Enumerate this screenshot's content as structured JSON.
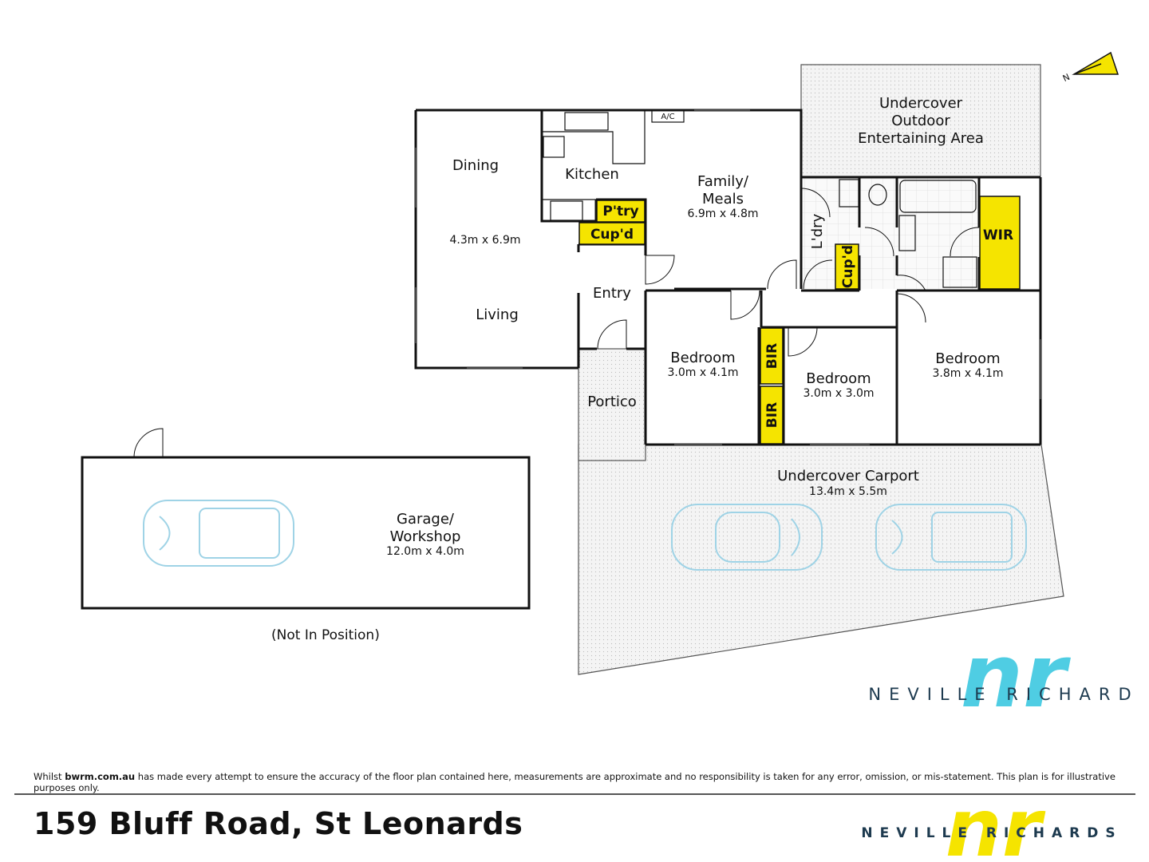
{
  "address": "159 Bluff Road, St Leonards",
  "disclaimer": {
    "prefix": "Whilst ",
    "site": "bwrm.com.au",
    "suffix": " has made every attempt to ensure the accuracy of the floor plan contained here, measurements are approximate and no responsibility is taken for any error, omission, or mis-statement. This plan is for illustrative purposes only."
  },
  "brand": {
    "name_plan": "NEVILLE RICHARD",
    "name_footer": "NEVILLE RICHARDS",
    "monogram": "nr",
    "accent_blue": "#3cc8e0",
    "accent_yellow": "#f5e400",
    "text_color": "#1d3a4f"
  },
  "compass": {
    "label": "N"
  },
  "rooms": {
    "dining": "Dining",
    "dining_dim": "4.3m x 6.9m",
    "living": "Living",
    "kitchen": "Kitchen",
    "ac": "A/C",
    "family_line1": "Family/",
    "family_line2": "Meals",
    "family_dim": "6.9m x 4.8m",
    "outdoor_line1": "Undercover",
    "outdoor_line2": "Outdoor",
    "outdoor_line3": "Entertaining Area",
    "pantry": "P'try",
    "cupd": "Cup'd",
    "laundry": "L'dry",
    "cupd2": "Cup'd",
    "wir": "WIR",
    "entry": "Entry",
    "bed1": "Bedroom",
    "bed1_dim": "3.0m x 4.1m",
    "bir1": "BIR",
    "bir2": "BIR",
    "bed2": "Bedroom",
    "bed2_dim": "3.0m x 3.0m",
    "bed3": "Bedroom",
    "bed3_dim": "3.8m x 4.1m",
    "portico": "Portico",
    "carport": "Undercover Carport",
    "carport_dim": "13.4m x 5.5m",
    "garage_line1": "Garage/",
    "garage_line2": "Workshop",
    "garage_dim": "12.0m x 4.0m",
    "not_in_position": "(Not In Position)"
  }
}
